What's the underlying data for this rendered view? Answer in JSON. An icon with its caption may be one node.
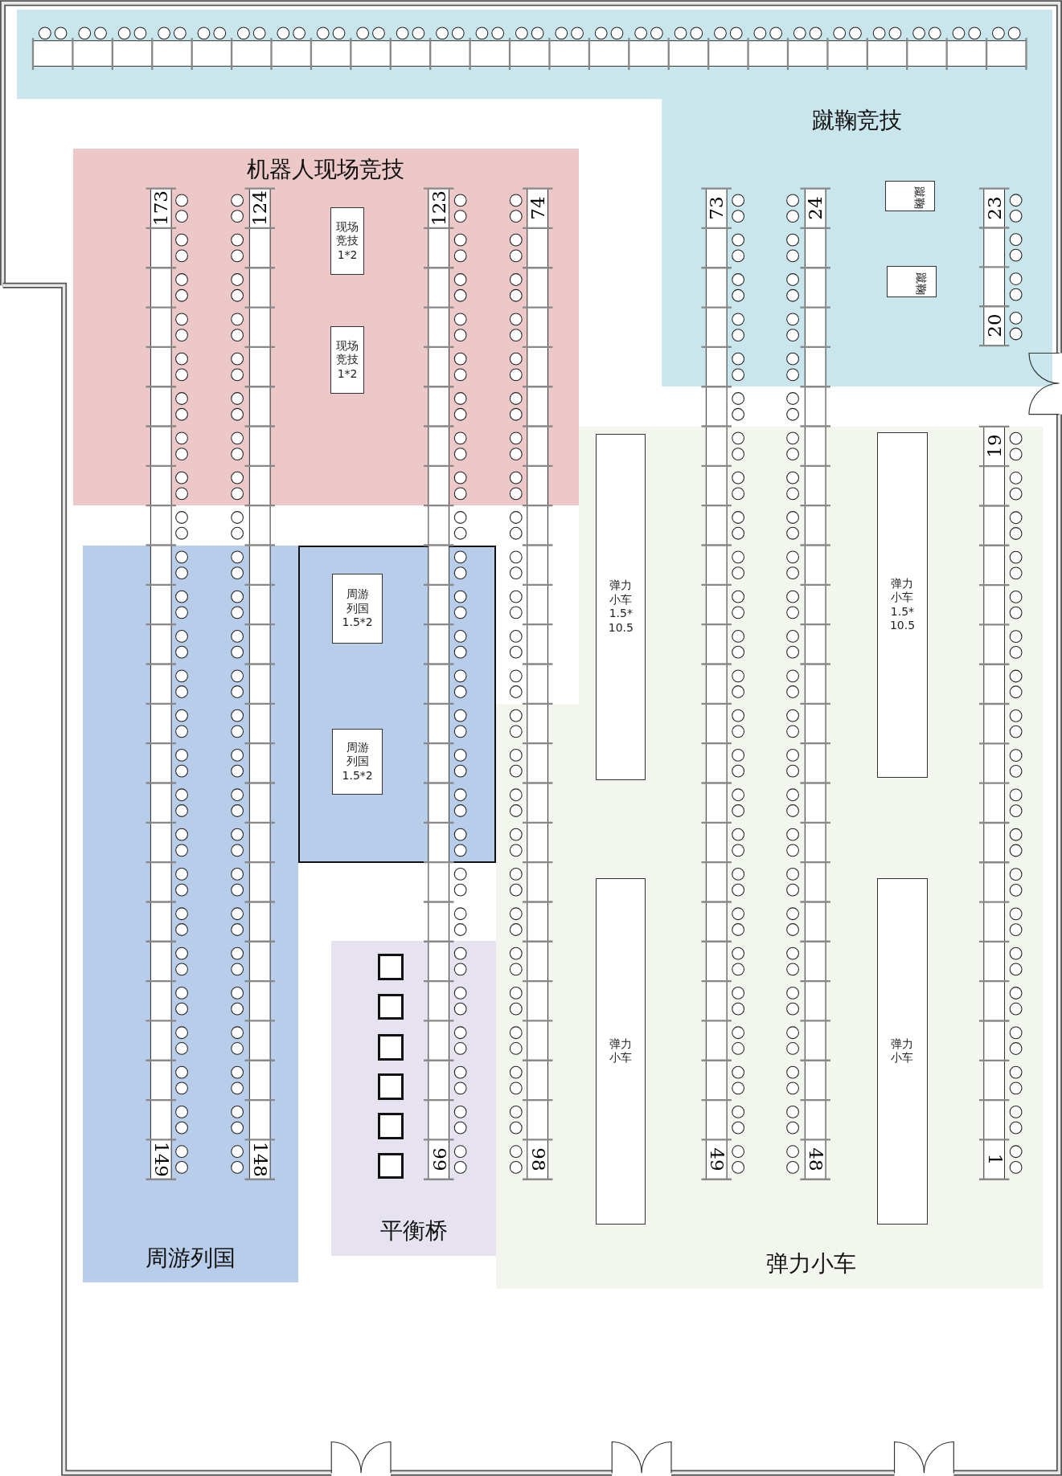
{
  "diagram": {
    "nodes": [
      {
        "text": [
          "蹴鞠竞技"
        ]
      },
      {
        "text": [
          "蹴鞠"
        ],
        "in": 0
      },
      {
        "text": [
          "蹴鞠"
        ],
        "in": 0
      },
      {
        "text": [
          "机器人现场竞技"
        ]
      },
      {
        "text": [
          "现场竞技1*2"
        ],
        "in": 3
      },
      {
        "text": [
          "现场竞技1*2"
        ],
        "in": 3
      },
      {
        "text": [
          "周游列国"
        ]
      },
      {
        "text": [],
        "shape": "box"
      },
      {
        "text": [
          "周游列国1.5*2"
        ],
        "in": 7
      },
      {
        "text": [
          "周游列国1.5*2"
        ],
        "in": 7
      },
      {
        "text": [
          "平衡桥"
        ]
      },
      {
        "text": [],
        "shape": "box",
        "in": 10
      },
      {
        "text": [],
        "shape": "box",
        "in": 10
      },
      {
        "text": [],
        "shape": "box",
        "in": 10
      },
      {
        "text": [],
        "shape": "box",
        "in": 10
      },
      {
        "text": [],
        "shape": "box",
        "in": 10
      },
      {
        "text": [],
        "shape": "box",
        "in": 10
      },
      {
        "text": [
          "弹力小车"
        ]
      },
      {
        "text": [
          "弹力小车1.5*10.5"
        ],
        "in": 17
      },
      {
        "text": [
          "弹力小车1.5*10.5"
        ],
        "in": 17
      },
      {
        "text": [
          "弹力小车"
        ],
        "in": 17
      },
      {
        "text": [
          "弹力小车"
        ],
        "in": 17
      }
    ],
    "edges": [],
    "labels": [
      "173",
      "124",
      "123",
      "74",
      "73",
      "24",
      "23",
      "20",
      "19",
      "149",
      "148",
      "99",
      "98",
      "49",
      "48",
      "1"
    ]
  }
}
